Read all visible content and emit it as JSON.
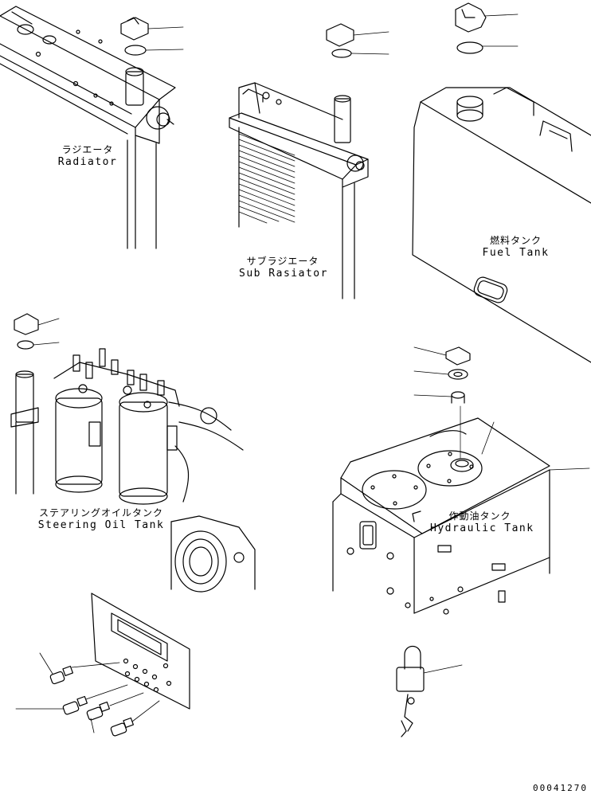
{
  "labels": {
    "radiator": {
      "jp": "ラジエータ",
      "en": "Radiator"
    },
    "sub_radiator": {
      "jp": "サブラジエータ",
      "en": "Sub Rasiator"
    },
    "fuel_tank": {
      "jp": "燃料タンク",
      "en": "Fuel Tank"
    },
    "steering_oil_tank": {
      "jp": "ステアリングオイルタンク",
      "en": "Steering Oil Tank"
    },
    "hydraulic_tank": {
      "jp": "作動油タンク",
      "en": "Hydraulic Tank"
    }
  },
  "drawing_code": "00041270"
}
